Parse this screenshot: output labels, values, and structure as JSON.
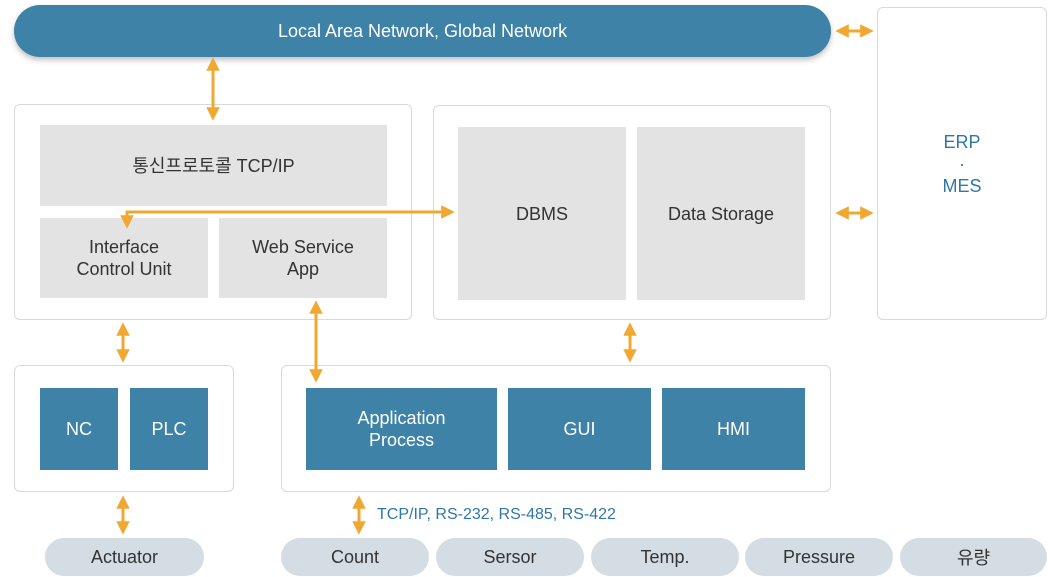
{
  "network_label": "Local Area Network, Global Network",
  "erp": {
    "line1": "ERP",
    "dot": "·",
    "line2": "MES"
  },
  "comm_panel": {
    "protocol": "통신프로토콜 TCP/IP",
    "icu_line1": "Interface",
    "icu_line2": "Control Unit",
    "web_line1": "Web Service",
    "web_line2": "App"
  },
  "db_panel": {
    "dbms": "DBMS",
    "storage": "Data Storage"
  },
  "control_panel": {
    "nc": "NC",
    "plc": "PLC"
  },
  "app_panel": {
    "app_line1": "Application",
    "app_line2": "Process",
    "gui": "GUI",
    "hmi": "HMI"
  },
  "protocol_label": "TCP/IP, RS-232, RS-485, RS-422",
  "devices": {
    "actuator": "Actuator",
    "count": "Count",
    "sensor": "Sersor",
    "temp": "Temp.",
    "pressure": "Pressure",
    "flow": "유량"
  },
  "colors": {
    "blue": "#3f82a7",
    "arrow": "#f0a830",
    "pill": "#d3dde3",
    "grey": "#e3e3e3",
    "text_blue": "#2f78a6"
  }
}
